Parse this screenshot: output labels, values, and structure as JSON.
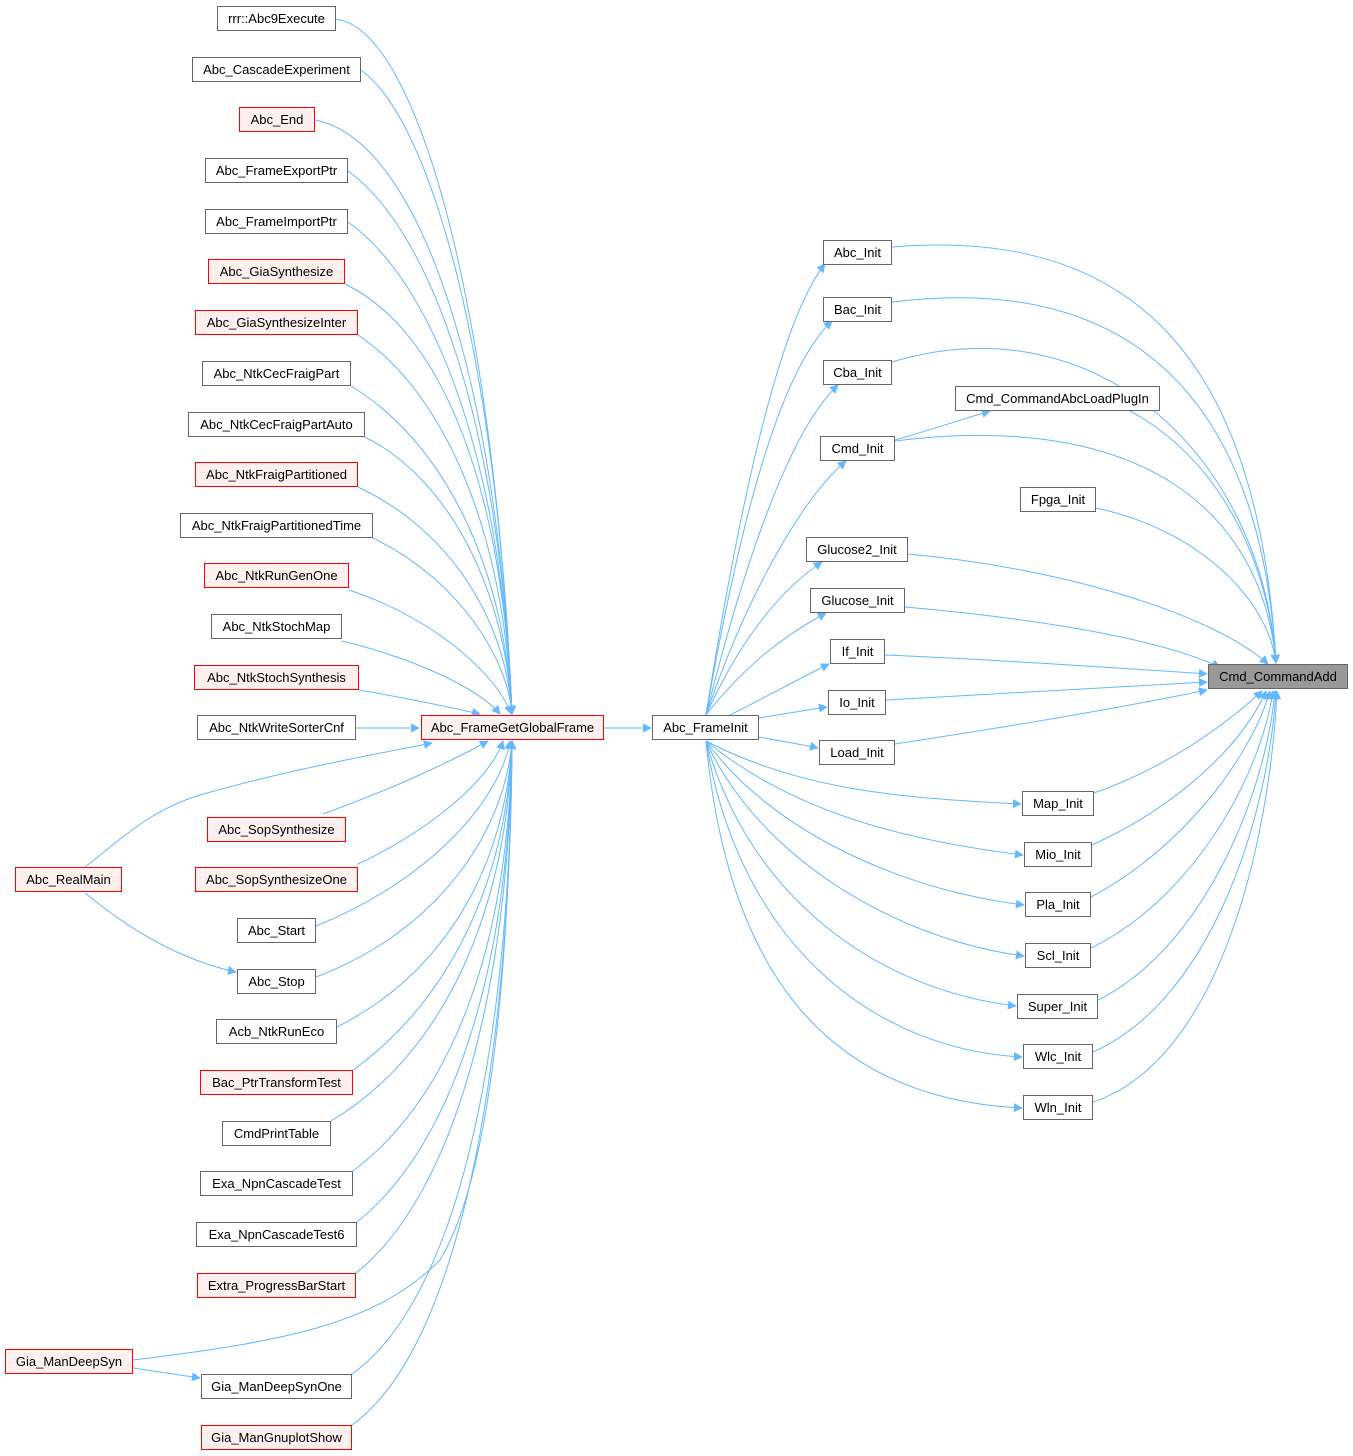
{
  "colors": {
    "edge": "#63b8ff",
    "node_border": "#666666",
    "node_fill": "#ffffff",
    "red_border": "#ff0000",
    "red_fill": "#fff0f0",
    "focus_fill": "#999999"
  },
  "nodes": {
    "abc9execute": "rrr::Abc9Execute",
    "cascadeexp": "Abc_CascadeExperiment",
    "abcend": "Abc_End",
    "frameexportptr": "Abc_FrameExportPtr",
    "frameimportptr": "Abc_FrameImportPtr",
    "giasynth": "Abc_GiaSynthesize",
    "giasynthinter": "Abc_GiaSynthesizeInter",
    "ntkcecfraigpart": "Abc_NtkCecFraigPart",
    "ntkcecfraigpartauto": "Abc_NtkCecFraigPartAuto",
    "ntkfraigpart": "Abc_NtkFraigPartitioned",
    "ntkfraigparttime": "Abc_NtkFraigPartitionedTime",
    "ntkrungenone": "Abc_NtkRunGenOne",
    "ntkstochmap": "Abc_NtkStochMap",
    "ntkstochsynth": "Abc_NtkStochSynthesis",
    "ntkwritesorter": "Abc_NtkWriteSorterCnf",
    "sopsynth": "Abc_SopSynthesize",
    "sopsynthone": "Abc_SopSynthesizeOne",
    "abcstart": "Abc_Start",
    "abcstop": "Abc_Stop",
    "acbntkruneco": "Acb_NtkRunEco",
    "bacptrtransform": "Bac_PtrTransformTest",
    "cmdprinttable": "CmdPrintTable",
    "exanpncascade": "Exa_NpnCascadeTest",
    "exanpncascade6": "Exa_NpnCascadeTest6",
    "extraprogress": "Extra_ProgressBarStart",
    "giadeepsynone": "Gia_ManDeepSynOne",
    "giagnuplot": "Gia_ManGnuplotShow",
    "abcrealmain": "Abc_RealMain",
    "giadeepsyn": "Gia_ManDeepSyn",
    "getglobalframe": "Abc_FrameGetGlobalFrame",
    "frameinit": "Abc_FrameInit",
    "abcinit": "Abc_Init",
    "bacinit": "Bac_Init",
    "cbainit": "Cba_Init",
    "cmdinit": "Cmd_Init",
    "glucose2init": "Glucose2_Init",
    "glucoseinit": "Glucose_Init",
    "ifinit": "If_Init",
    "ioinit": "Io_Init",
    "loadinit": "Load_Init",
    "mapinit": "Map_Init",
    "mioinit": "Mio_Init",
    "plainit": "Pla_Init",
    "sclinit": "Scl_Init",
    "superinit": "Super_Init",
    "wlcinit": "Wlc_Init",
    "wlninit": "Wln_Init",
    "loadplugin": "Cmd_CommandAbcLoadPlugIn",
    "fpgainit": "Fpga_Init",
    "cmdcommandadd": "Cmd_CommandAdd"
  }
}
